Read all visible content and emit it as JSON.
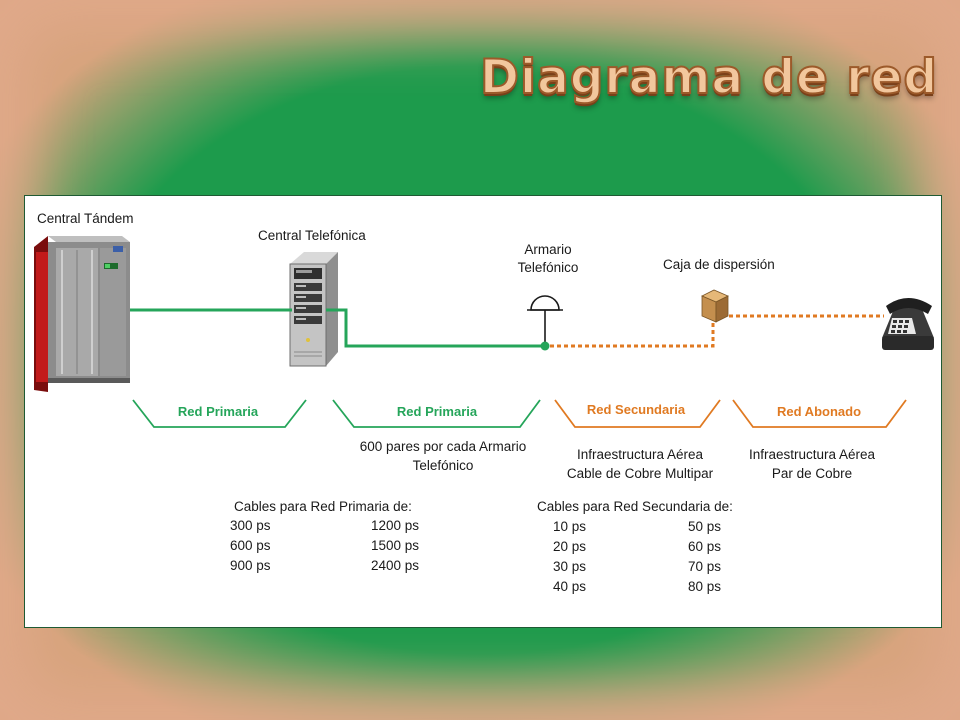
{
  "title": "Diagrama de red",
  "nodes": {
    "central_tandem": "Central Tándem",
    "central_telefonica": "Central Telefónica",
    "armario_line1": "Armario",
    "armario_line2": "Telefónico",
    "caja_dispersion": "Caja de dispersión"
  },
  "segments": {
    "primaria1": "Red Primaria",
    "primaria2": "Red Primaria",
    "secundaria": "Red Secundaria",
    "abonado": "Red Abonado"
  },
  "descriptions": {
    "primaria2_line1": "600 pares por cada Armario",
    "primaria2_line2": "Telefónico",
    "secundaria_line1": "Infraestructura Aérea",
    "secundaria_line2": "Cable de Cobre Multipar",
    "abonado_line1": "Infraestructura Aérea",
    "abonado_line2": "Par de Cobre"
  },
  "primary_cables": {
    "heading": "Cables para Red Primaria de:",
    "col1": [
      "300 ps",
      "600 ps",
      "900 ps"
    ],
    "col2": [
      "1200 ps",
      "1500 ps",
      "2400 ps"
    ]
  },
  "secondary_cables": {
    "heading": "Cables para Red Secundaria de:",
    "col1": [
      "10 ps",
      "20 ps",
      "30 ps",
      "40 ps"
    ],
    "col2": [
      "50 ps",
      "60 ps",
      "70 ps",
      "80 ps"
    ]
  },
  "colors": {
    "green_line": "#25a55a",
    "orange_line": "#e07a22",
    "slide_green": "#1d9b4c"
  }
}
